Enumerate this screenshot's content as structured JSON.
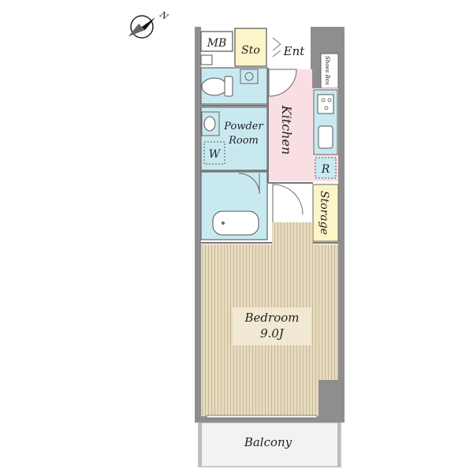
{
  "rooms": {
    "mb": "MB",
    "sto": "Sto",
    "ent": "Ent",
    "shoes_box": "Shoes Box",
    "kitchen": "Kitchen",
    "powder_room_line1": "Powder",
    "powder_room_line2": "Room",
    "washer": "W",
    "refrigerator": "R",
    "storage": "Storage",
    "bedroom": "Bedroom",
    "bedroom_size": "9.0J",
    "balcony": "Balcony"
  },
  "compass": {
    "label": "N"
  },
  "colors": {
    "wall": "#8e8e8e",
    "bath_blue": "#c9e9f1",
    "kitchen_pink": "#f9dfe4",
    "storage_yellow": "#fbf5c8",
    "floor_wood": "#e3d8bd",
    "balcony_grey": "#f0f0f0"
  }
}
